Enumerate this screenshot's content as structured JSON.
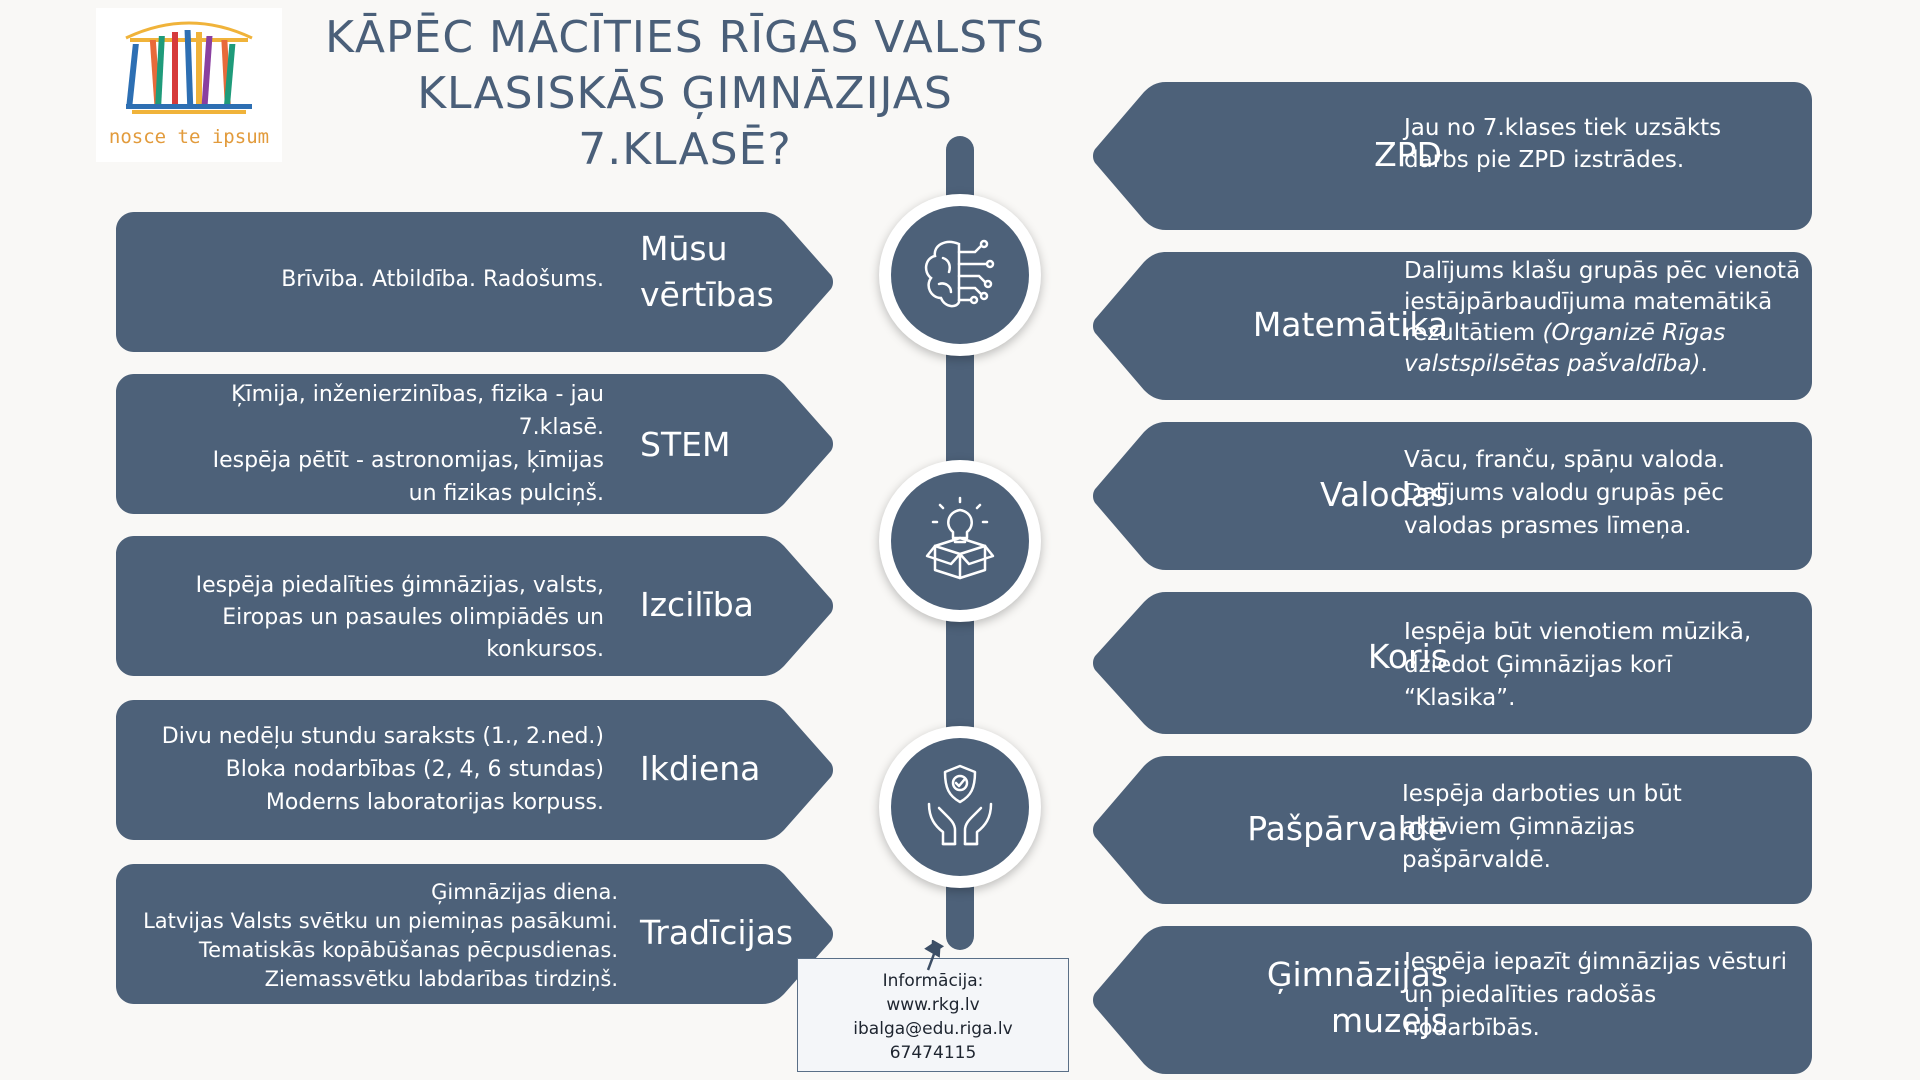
{
  "title": "KĀPĒC MĀCĪTIES RĪGAS VALSTS\nKLASISKĀS  ĢIMNĀZIJAS\n7.KLASĒ?",
  "logo": {
    "text": "nosce te ipsum"
  },
  "left_items": [
    {
      "heading": "Mūsu\nvērtības",
      "text": "Brīvība. Atbildība. Radošums."
    },
    {
      "heading": "STEM",
      "text": "Ķīmija, inženierzinības, fizika - jau\n7.klasē.\nIespēja pētīt -  astronomijas, ķīmijas\nun fizikas pulciņš."
    },
    {
      "heading": "Izcilība",
      "text": "Iespēja piedalīties ģimnāzijas, valsts,\nEiropas un pasaules olimpiādēs un\nkonkursos."
    },
    {
      "heading": "Ikdiena",
      "text": "Divu nedēļu stundu saraksts (1., 2.ned.)\nBloka nodarbības (2, 4, 6 stundas)\nModerns laboratorijas korpuss."
    },
    {
      "heading": "Tradīcijas",
      "text": "Ģimnāzijas diena.\nLatvijas Valsts svētku un piemiņas pasākumi.\nTematiskās kopābūšanas pēcpusdienas.\nZiemassvētku labdarības tirdziņš."
    }
  ],
  "right_items": [
    {
      "heading": "ZPD",
      "text": "Jau no 7.klases tiek uzsākts\ndarbs pie ZPD izstrādes."
    },
    {
      "heading": "Matemātika",
      "text": "Dalījums klašu grupās pēc vienotā\niestājpārbaudījuma matemātikā\nrezultātiem",
      "text_italic": "(Organizē Rīgas\nvalstspilsētas pašvaldība)",
      "text_after": "."
    },
    {
      "heading": "Valodas",
      "text": "Vācu, franču, spāņu valoda.\nDalījums valodu grupās pēc\nvalodas prasmes līmeņa."
    },
    {
      "heading": "Koris",
      "text": "Iespēja būt vienotiem mūzikā,\ndziedot Ģimnāzijas korī\n“Klasika”."
    },
    {
      "heading": "Pašpārvalde",
      "text": "Iespēja darboties un būt\naktīviem Ģimnāzijas\npašpārvaldē."
    },
    {
      "heading": "Ģimnāzijas\nmuzejs",
      "text": "Iespēja iepazīt ģimnāzijas vēsturi\nun piedalīties radošās\nnodarbībās."
    }
  ],
  "icons": [
    "brain-circuit-icon",
    "lightbulb-box-icon",
    "shield-hands-icon"
  ],
  "info": {
    "label": "Informācija:",
    "website": "www.rkg.lv",
    "email": "ibalga@edu.riga.lv",
    "phone": "67474115"
  },
  "colors": {
    "panel": "#4d6179",
    "background": "#f9f8f6",
    "title": "#4a5f79",
    "logo_text": "#e29b3c"
  }
}
